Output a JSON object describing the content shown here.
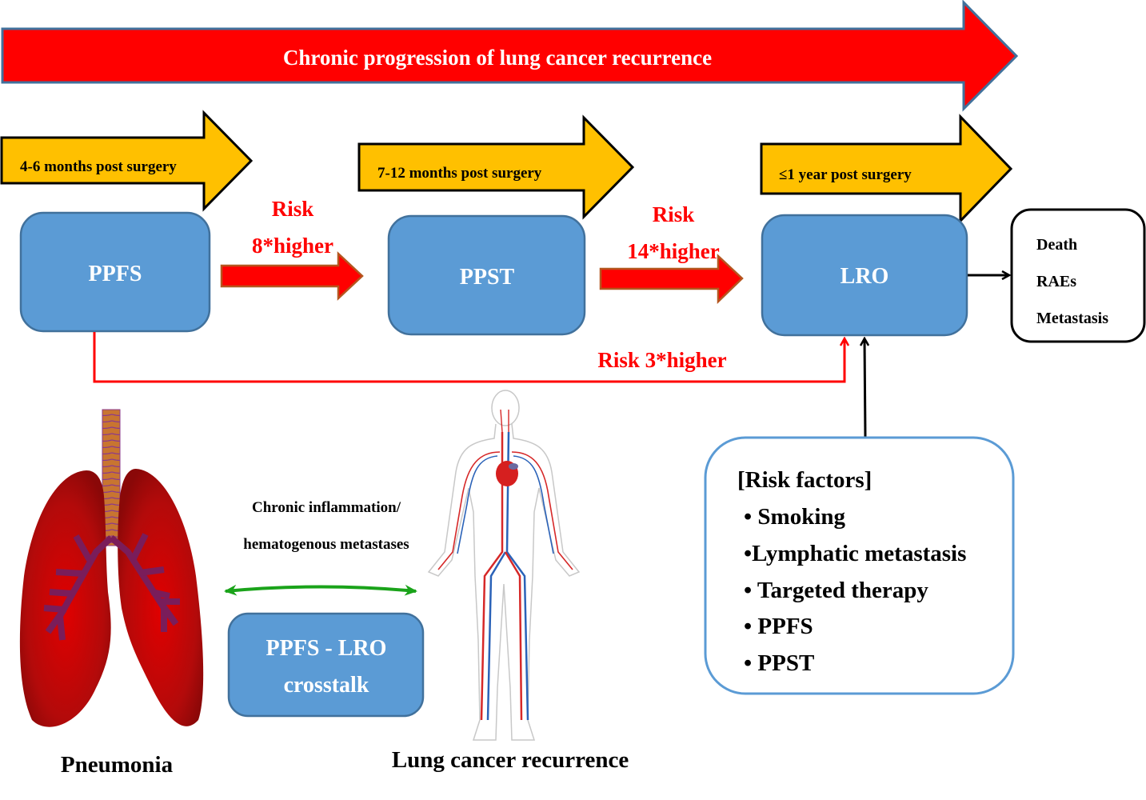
{
  "banner": {
    "label": "Chronic progression of lung cancer recurrence",
    "fill_color": "#ff0000",
    "stroke_color": "#41719c"
  },
  "time_arrows": [
    {
      "label": "4-6 months post surgery"
    },
    {
      "label": "7-12 months post surgery"
    },
    {
      "label": "≤1 year post surgery"
    }
  ],
  "time_arrow_color": "#ffc000",
  "stages": [
    {
      "id": "ppfs",
      "label": "PPFS"
    },
    {
      "id": "ppst",
      "label": "PPST"
    },
    {
      "id": "lro",
      "label": "LRO"
    }
  ],
  "stage_color": "#5b9bd5",
  "risk_links": [
    {
      "line1": "Risk",
      "line2": "8*higher"
    },
    {
      "line1": "Risk",
      "line2": "14*higher"
    },
    {
      "line1": "Risk 3*higher"
    }
  ],
  "risk_color": "#ff0000",
  "outcomes": {
    "items": [
      "Death",
      "RAEs",
      "Metastasis"
    ]
  },
  "risk_factors": {
    "title": "[Risk factors]",
    "items": [
      "• Smoking",
      "•Lymphatic metastasis",
      "• Targeted therapy",
      "• PPFS",
      "• PPST"
    ]
  },
  "crosstalk": {
    "mechanism_line1": "Chronic inflammation/",
    "mechanism_line2": "hematogenous metastases",
    "box_line1": "PPFS - LRO",
    "box_line2": "crosstalk"
  },
  "illustrations": {
    "lungs_caption": "Pneumonia",
    "body_caption": "Lung cancer recurrence"
  }
}
